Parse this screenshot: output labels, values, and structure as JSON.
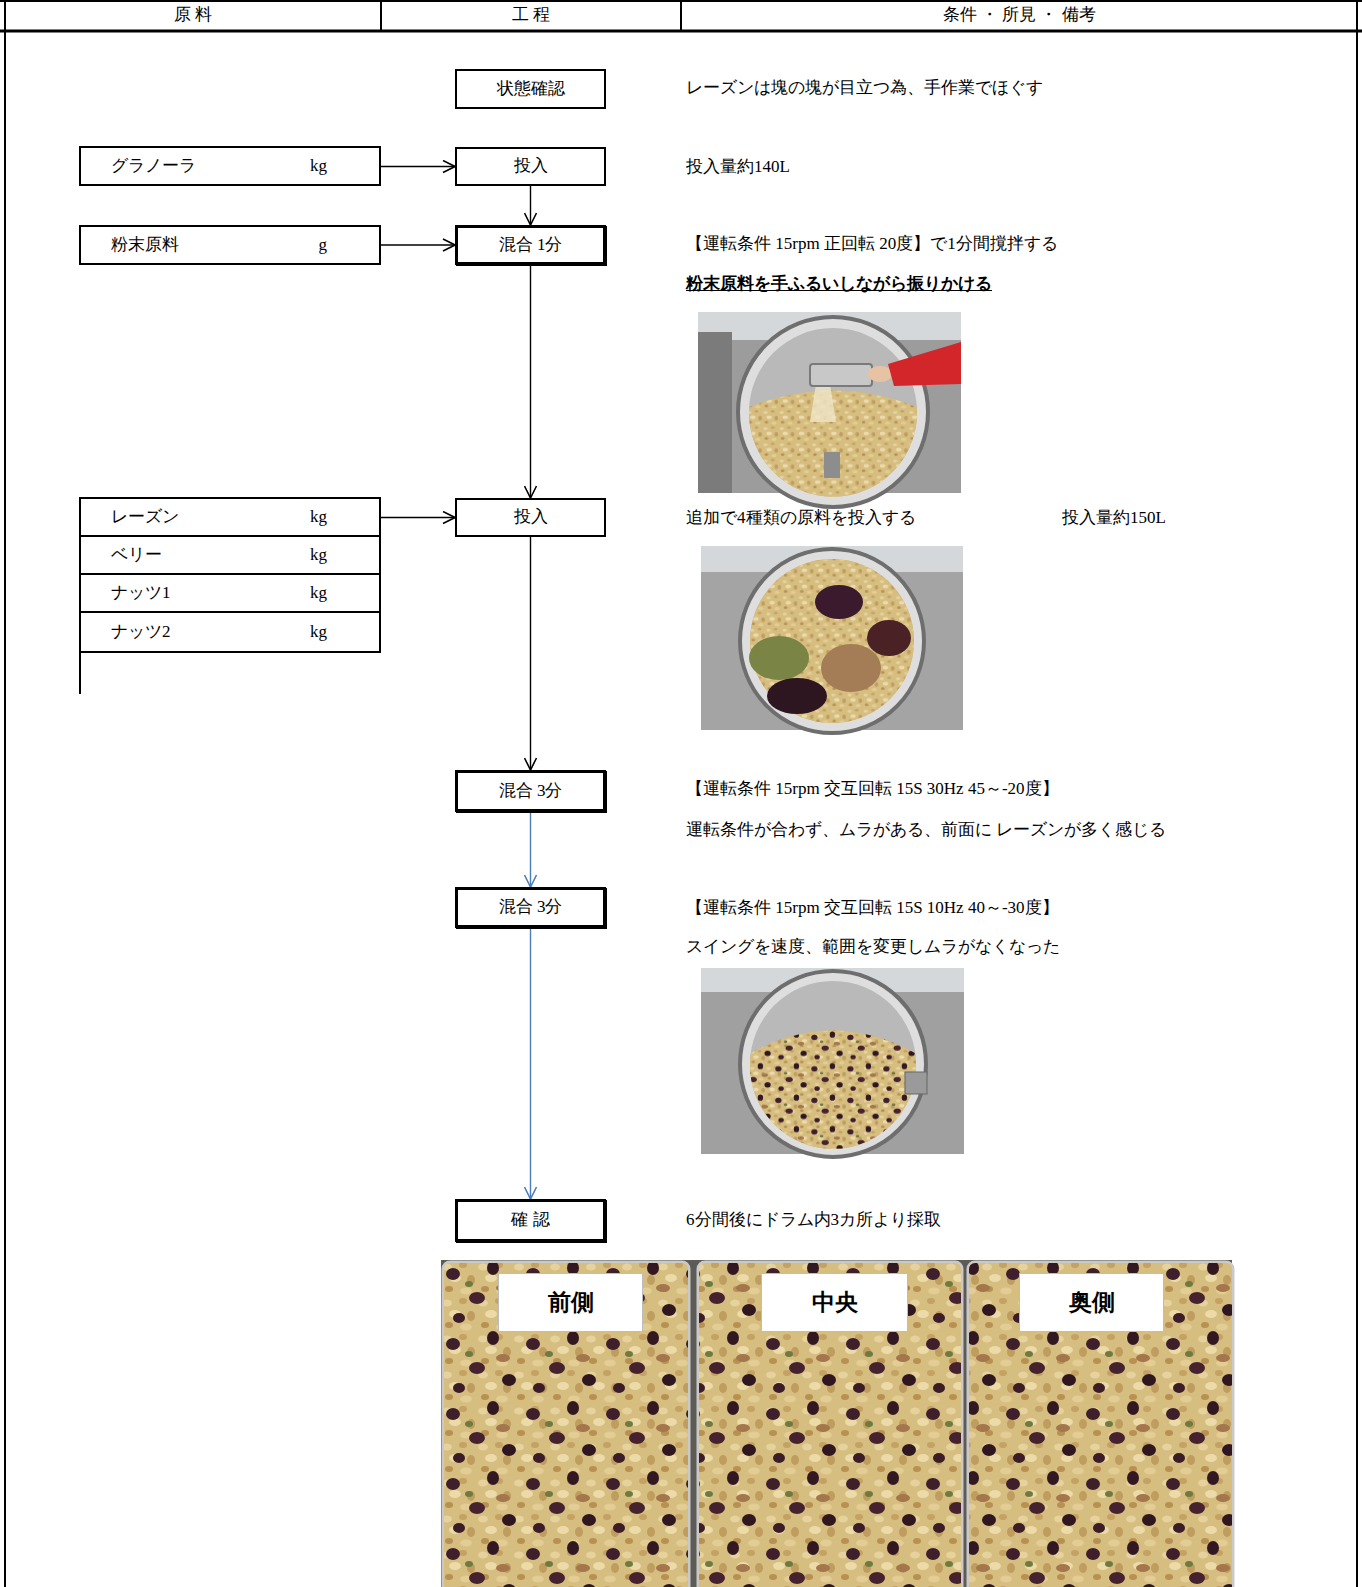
{
  "diagram": {
    "nodes": [
      {
        "text": [
          "状態確認"
        ]
      },
      {
        "text": [
          "グラノーラ",
          "kg"
        ]
      },
      {
        "text": [
          "投入"
        ]
      },
      {
        "text": [
          "粉末原料",
          "g"
        ]
      },
      {
        "text": [
          "混合 1分"
        ]
      },
      {
        "text": [
          "レーズン",
          "kg"
        ]
      },
      {
        "text": [
          "投入"
        ]
      },
      {
        "text": [
          "ベリー",
          "kg"
        ]
      },
      {
        "text": [
          "ナッツ1",
          "kg"
        ]
      },
      {
        "text": [
          "ナッツ2",
          "kg"
        ]
      },
      {
        "text": [
          "混合 3分"
        ]
      },
      {
        "text": [
          "混合 3分"
        ]
      },
      {
        "text": [
          "確 認"
        ]
      },
      {
        "text": [
          "前側"
        ]
      },
      {
        "text": [
          "中央"
        ]
      },
      {
        "text": [
          "奥側"
        ]
      }
    ],
    "edges": [
      {
        "from": 1,
        "to": 2,
        "arrow": "to"
      },
      {
        "from": 2,
        "to": 4,
        "arrow": "to"
      },
      {
        "from": 3,
        "to": 4,
        "arrow": "to"
      },
      {
        "from": 4,
        "to": 6,
        "arrow": "to"
      },
      {
        "from": 5,
        "to": 6,
        "arrow": "to"
      },
      {
        "from": 6,
        "to": 10,
        "arrow": "to"
      },
      {
        "from": 10,
        "to": 11,
        "arrow": "to"
      },
      {
        "from": 11,
        "to": 12,
        "arrow": "to"
      }
    ],
    "labels": [
      "原 料",
      "工 程",
      "条件 ・ 所見 ・ 備考",
      "レーズンは塊の塊が目立つ為、手作業でほぐす",
      "投入量約140L",
      "【運転条件 15rpm 正回転 20度】で1分間撹拌する",
      "粉末原料を手ふるいしながら振りかける",
      "追加で4種類の原料を投入する",
      "投入量約150L",
      "【運転条件 15rpm 交互回転 15S 30Hz 45～-20度】",
      "運転条件が合わず、ムラがある、前面に レーズンが多く感じる",
      "【運転条件 15rpm 交互回転 15S 10Hz 40～-30度】",
      "スイングを速度、範囲を変更しムラがなくなった",
      "6分間後にドラム内3カ所より採取"
    ]
  }
}
